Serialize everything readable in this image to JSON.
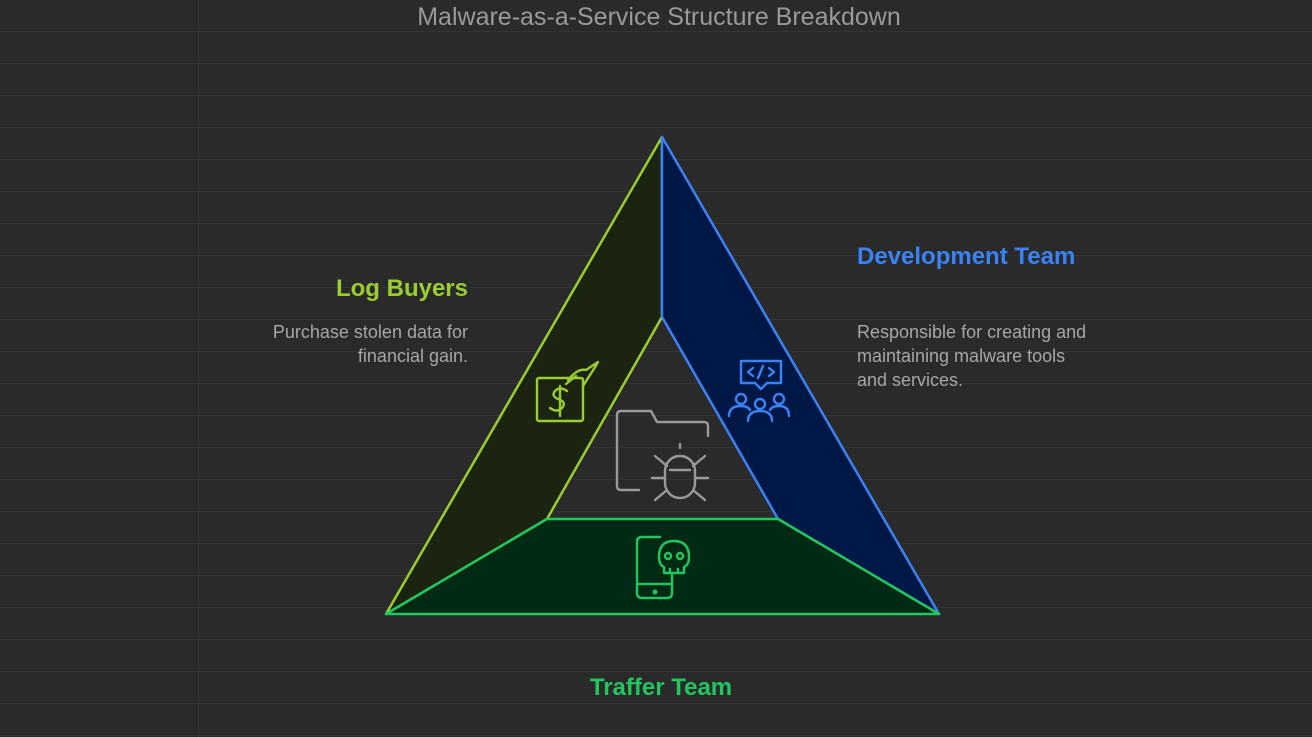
{
  "title": "Malware-as-a-Service Structure Breakdown",
  "segments": {
    "log_buyers": {
      "heading": "Log Buyers",
      "description": "Purchase stolen data for financial gain.",
      "icon": "money-hand-icon",
      "color": "#9acd32"
    },
    "development_team": {
      "heading": "Development Team",
      "description": "Responsible for creating and maintaining malware tools and services.",
      "icon": "developers-code-icon",
      "color": "#3b82f6"
    },
    "traffer_team": {
      "heading": "Traffer Team",
      "icon": "phone-skull-icon",
      "color": "#22c55e"
    }
  },
  "center_icon": "folder-bug-icon",
  "colors": {
    "background": "#2a2a2a",
    "log_fill": "#1b2410",
    "dev_fill": "#001845",
    "traffer_fill": "#002a14"
  }
}
